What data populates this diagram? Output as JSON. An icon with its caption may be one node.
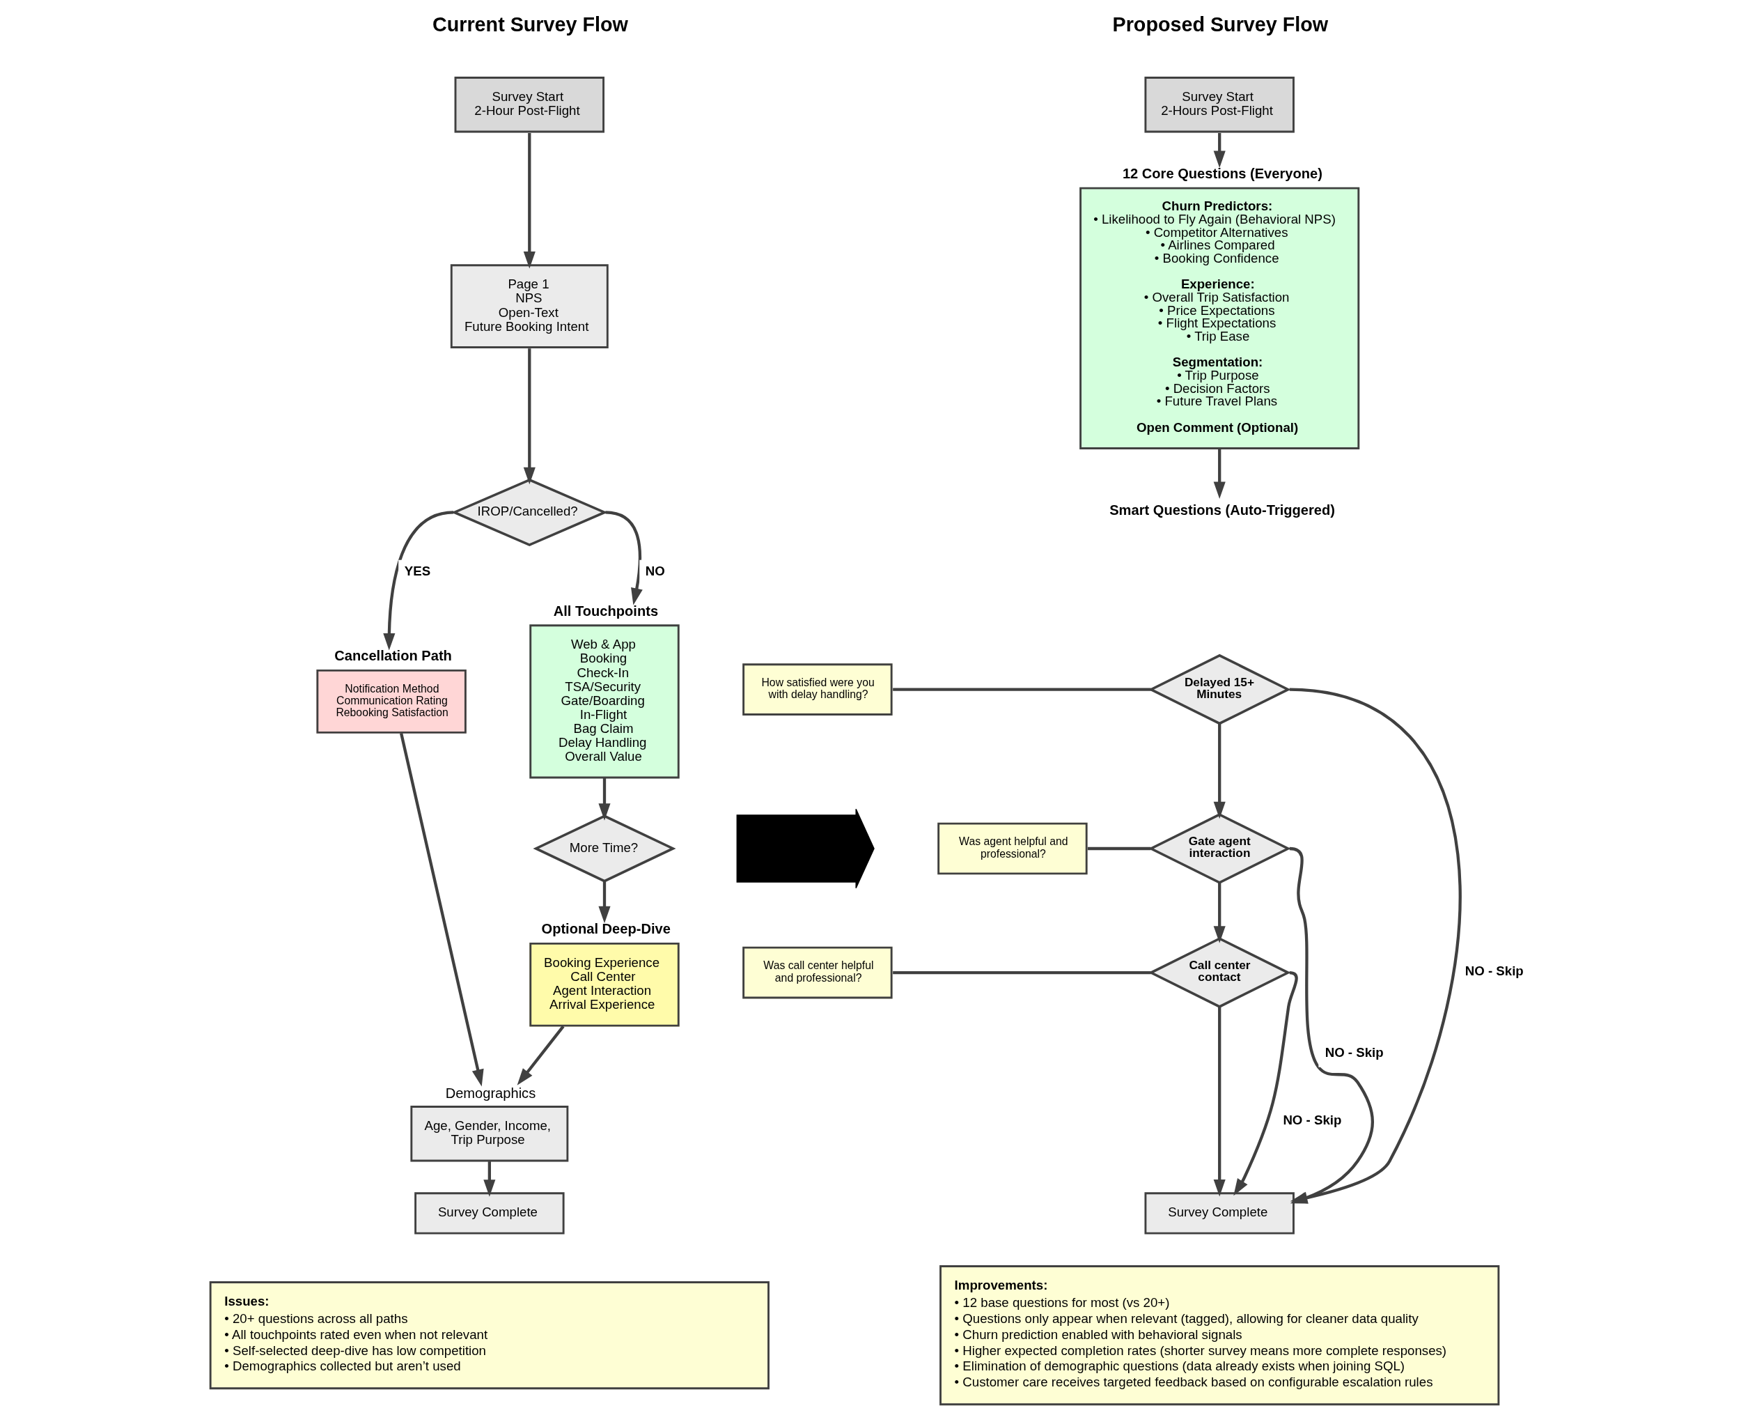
{
  "diagram": {
    "nodes": [
      {
        "text": [
          "Survey Start",
          "2-Hour Post-Flight"
        ]
      },
      {
        "text": [
          "Page 1",
          "NPS",
          "Open-Text",
          "Future Booking Intent"
        ]
      },
      {
        "text": [
          "IROP/Cancelled?"
        ]
      },
      {
        "text": [
          "Cancellation Path",
          "Notification Method",
          "Communication Rating",
          "Rebooking Satisfaction"
        ]
      },
      {
        "text": [
          "All Touchpoints",
          "Web & App",
          "Booking",
          "Check-In",
          "TSA/Security",
          "Gate/Boarding",
          "In-Flight",
          "Bag Claim",
          "Delay Handling",
          "Overall Value"
        ]
      },
      {
        "text": [
          "More Time?"
        ]
      },
      {
        "text": [
          "Optional Deep-Dive",
          "Booking Experience",
          "Call Center",
          "Agent Interaction",
          "Arrival Experience"
        ]
      },
      {
        "text": [
          "Demographics",
          "Age, Gender, Income, Trip Purpose"
        ]
      },
      {
        "text": [
          "Survey Complete"
        ]
      },
      {
        "text": [
          "Issues:",
          "• 20+ questions across all paths",
          "• All touchpoints rated even when not relevant",
          "• Self-selected deep-dive has low competition",
          "• Demographics collected but aren’t used"
        ]
      },
      {
        "text": [],
        "shape": "arrow"
      },
      {
        "text": [
          "Survey Start",
          "2-Hours Post-Flight"
        ]
      },
      {
        "text": [
          "12 Core Questions (Everyone)",
          "Churn Predictors:",
          "• Likelihood to Fly Again (Behavioral NPS)",
          "• Competitor Alternatives",
          "• Airlines Compared",
          "• Booking Confidence",
          "Experience:",
          "• Overall Trip Satisfaction",
          "• Price Expectations",
          "• Flight Expectations",
          "• Trip Ease",
          "Segmentation:",
          "• Trip Purpose",
          "• Decision Factors",
          "• Future Travel Plans",
          "Open Comment (Optional)"
        ]
      },
      {
        "text": [
          "Smart Questions (Auto-Triggered)"
        ]
      },
      {
        "text": [
          "How satisfied were you with delay handling?"
        ]
      },
      {
        "text": [
          "Delayed 15+ Minutes"
        ]
      },
      {
        "text": [
          "Was agent helpful and professional?"
        ]
      },
      {
        "text": [
          "Gate agent interaction"
        ]
      },
      {
        "text": [
          "Was call center helpful and professional?"
        ]
      },
      {
        "text": [
          "Call center contact"
        ]
      },
      {
        "text": [
          "Survey Complete"
        ]
      },
      {
        "text": [
          "Improvements:",
          "• 12 base questions for most (vs 20+)",
          "• Questions only appear when relevant (tagged), allowing for cleaner data quality",
          "• Churn prediction enabled with behavioral signals",
          "• Higher expected completion rates (shorter survey means more complete responses)",
          "• Elimination of demographic questions (data already exists when joining SQL)",
          "• Customer care receives targeted feedback based on configurable escalation rules"
        ]
      }
    ],
    "edges": [
      {
        "from": 0,
        "to": 1,
        "arrow": "to"
      },
      {
        "from": 1,
        "to": 2,
        "arrow": "to"
      },
      {
        "from": 2,
        "to": 3,
        "arrow": "to",
        "label": "YES"
      },
      {
        "from": 2,
        "to": 4,
        "arrow": "to",
        "label": "NO"
      },
      {
        "from": 4,
        "to": 5,
        "arrow": "to"
      },
      {
        "from": 5,
        "to": 6,
        "arrow": "to"
      },
      {
        "from": 3,
        "to": 7,
        "arrow": "to"
      },
      {
        "from": 6,
        "to": 7,
        "arrow": "to"
      },
      {
        "from": 7,
        "to": 8,
        "arrow": "to"
      },
      {
        "from": 11,
        "to": 12,
        "arrow": "to"
      },
      {
        "from": 12,
        "to": 13,
        "arrow": "to"
      },
      {
        "from": 14,
        "to": 15,
        "arrow": "none"
      },
      {
        "from": 15,
        "to": 17,
        "arrow": "to"
      },
      {
        "from": 16,
        "to": 17,
        "arrow": "none"
      },
      {
        "from": 17,
        "to": 19,
        "arrow": "to"
      },
      {
        "from": 18,
        "to": 19,
        "arrow": "none"
      },
      {
        "from": 19,
        "to": 20,
        "arrow": "to"
      },
      {
        "from": 15,
        "to": 20,
        "arrow": "to",
        "label": "NO - Skip"
      },
      {
        "from": 17,
        "to": 20,
        "arrow": "to",
        "label": "NO - Skip"
      },
      {
        "from": 19,
        "to": 20,
        "arrow": "to",
        "label": "NO - Skip"
      }
    ],
    "labels": [
      "Current Survey Flow",
      "Proposed Survey Flow"
    ]
  }
}
